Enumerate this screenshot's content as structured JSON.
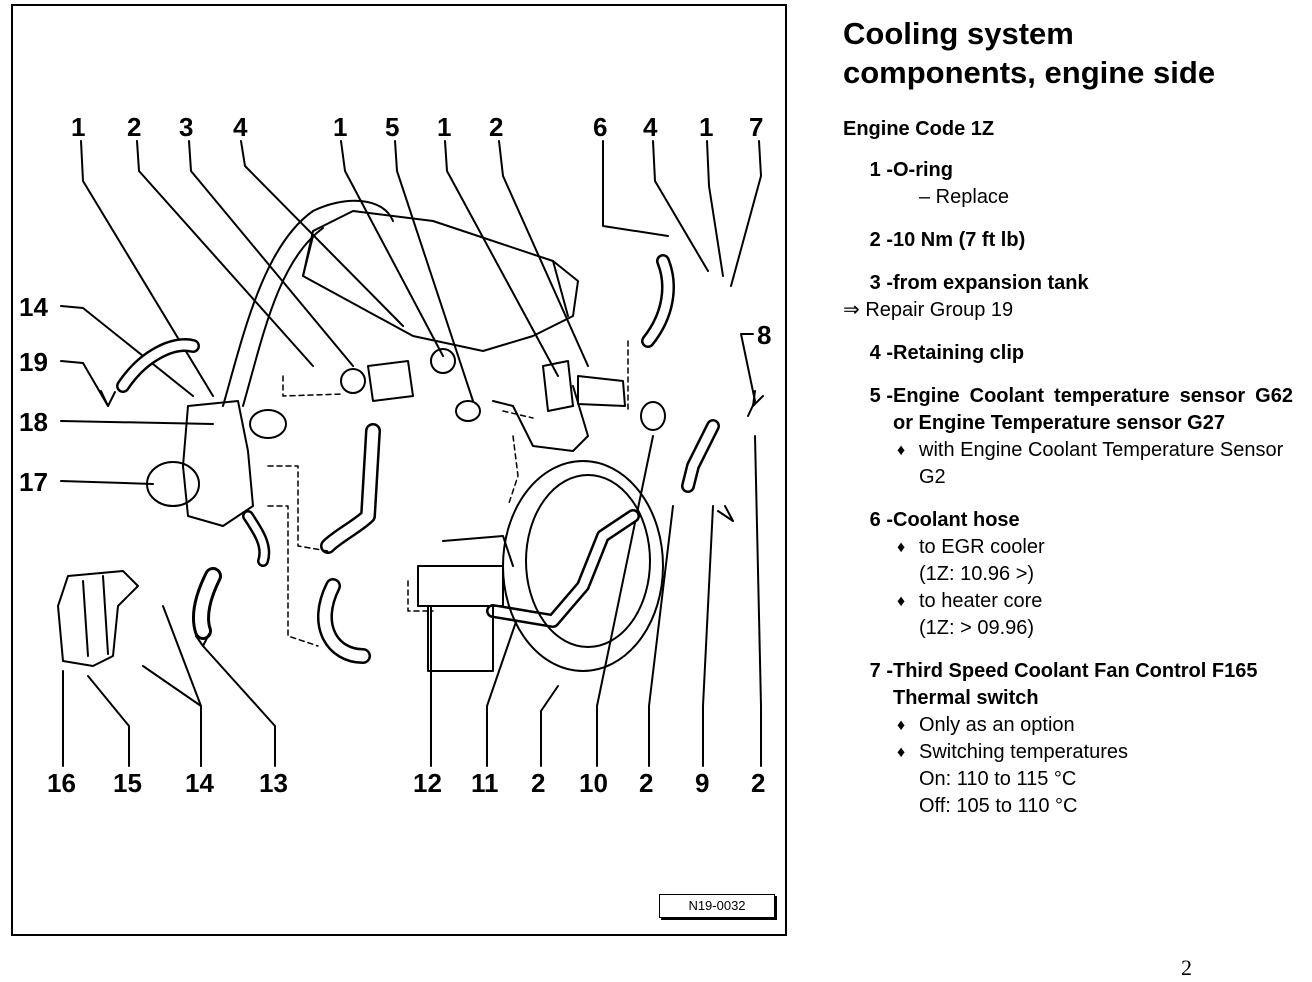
{
  "legend": {
    "title_line1": "Cooling system",
    "title_line2": "components, engine side",
    "engine_code": "Engine Code 1Z",
    "items": [
      {
        "num": "1 -",
        "label": "O-ring",
        "dash": "– Replace"
      },
      {
        "num": "2 -",
        "label": "10 Nm (7 ft lb)"
      },
      {
        "num": "3 -",
        "label": "from expansion tank",
        "ref": "⇒ Repair Group 19"
      },
      {
        "num": "4 -",
        "label": "Retaining clip"
      },
      {
        "num": "5 -",
        "label": "Engine Coolant temperature sensor G62 or Engine Temperature sensor G27",
        "bullets": [
          "with Engine Coolant Temperature Sensor G2"
        ]
      },
      {
        "num": "6 -",
        "label": "Coolant hose",
        "bullets": [
          "to EGR cooler",
          "(1Z: 10.96 >)",
          "to heater core",
          "(1Z: > 09.96)"
        ]
      },
      {
        "num": "7 -",
        "label": "Third Speed Coolant Fan Control F165 Thermal switch",
        "bullets": [
          "Only as an option",
          "Switching temperatures",
          "On: 110 to 115 °C",
          "Off: 105 to 110 °C"
        ]
      }
    ]
  },
  "bullet_symbol": "♦",
  "figure_code": "N19-0032",
  "page_number": "2",
  "callouts": {
    "top": [
      "1",
      "2",
      "3",
      "4",
      "1",
      "5",
      "1",
      "2",
      "6",
      "4",
      "1",
      "7"
    ],
    "left": [
      "14",
      "19",
      "18",
      "17"
    ],
    "right": [
      "8"
    ],
    "bottom": [
      "16",
      "15",
      "14",
      "13",
      "12",
      "11",
      "2",
      "10",
      "2",
      "9",
      "2"
    ]
  }
}
